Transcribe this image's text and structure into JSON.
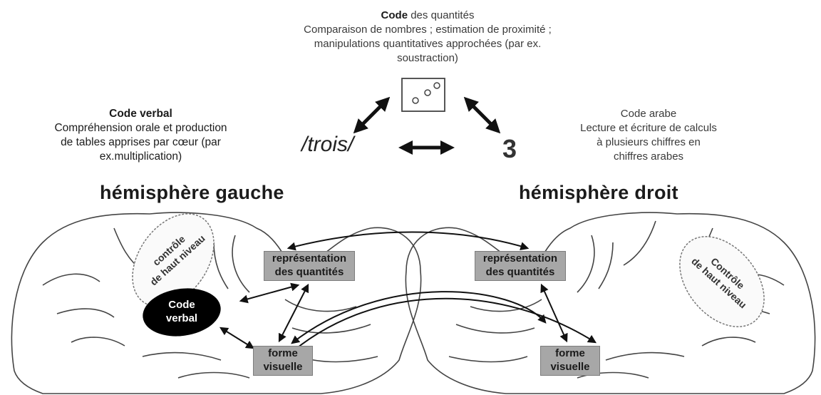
{
  "top": {
    "title_bold": "Code",
    "title_rest": " des quantités",
    "lines": [
      "Comparaison de nombres ; estimation de proximité ;",
      "manipulations quantitatives approchées (par ex.",
      "soustraction)"
    ]
  },
  "verbal": {
    "title": "Code verbal",
    "lines": [
      "Compréhension orale et production",
      "de tables apprises par cœur (par",
      "ex.multiplication)"
    ]
  },
  "arabe": {
    "title": "Code arabe",
    "lines": [
      "Lecture et écriture de calculs",
      "à plusieurs chiffres en",
      "chiffres arabes"
    ]
  },
  "symbols": {
    "verbal_word": "/trois/",
    "arabic_digit": "3"
  },
  "hemispheres": {
    "left": "hémisphère gauche",
    "right": "hémisphère droit"
  },
  "left_brain": {
    "control_line1": "contrôle",
    "control_line2": "de haut niveau",
    "quantities_line1": "représentation",
    "quantities_line2": "des quantités",
    "verbal_line1": "Code",
    "verbal_line2": "verbal",
    "visual_line1": "forme",
    "visual_line2": "visuelle"
  },
  "right_brain": {
    "control_line1": "Contrôle",
    "control_line2": "de haut niveau",
    "quantities_line1": "représentation",
    "quantities_line2": "des quantités",
    "visual_line1": "forme",
    "visual_line2": "visuelle"
  }
}
